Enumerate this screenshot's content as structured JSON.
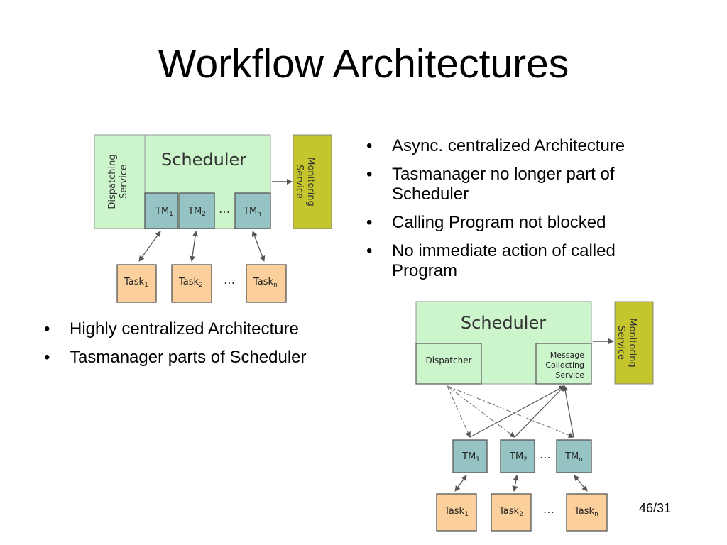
{
  "slide": {
    "title": "Workflow Architectures",
    "page_number": "46/31"
  },
  "bullets_right": [
    "Async. centralized Architecture",
    "Tasmanager no longer part of Scheduler",
    "Calling Program not blocked",
    "No immediate action of called Program"
  ],
  "bullets_left": [
    "Highly centralized Architecture",
    "Tasmanager parts of Scheduler"
  ],
  "diagram_left": {
    "dispatching_label_line1": "Dispatching",
    "dispatching_label_line2": "Service",
    "scheduler_label": "Scheduler",
    "monitoring_label_line1": "Monitoring",
    "monitoring_label_line2": "Service",
    "tm_prefix": "TM",
    "tm_subs": [
      "1",
      "2",
      "n"
    ],
    "task_prefix": "Task",
    "task_subs": [
      "1",
      "2",
      "n"
    ],
    "ellipsis": "…"
  },
  "diagram_right": {
    "scheduler_label": "Scheduler",
    "dispatcher_label": "Dispatcher",
    "message_label_line1": "Message",
    "message_label_line2": "Collecting",
    "message_label_line3": "Service",
    "monitoring_label_line1": "Monitoring",
    "monitoring_label_line2": "Service",
    "tm_prefix": "TM",
    "tm_subs": [
      "1",
      "2",
      "n"
    ],
    "task_prefix": "Task",
    "task_subs": [
      "1",
      "2",
      "n"
    ],
    "ellipsis": "…"
  },
  "colors": {
    "scheduler_fill": "#ccf5cc",
    "monitoring_fill": "#c5c52e",
    "tm_fill": "#96c4c4",
    "task_fill": "#fcd09c",
    "stroke": "#555555"
  }
}
